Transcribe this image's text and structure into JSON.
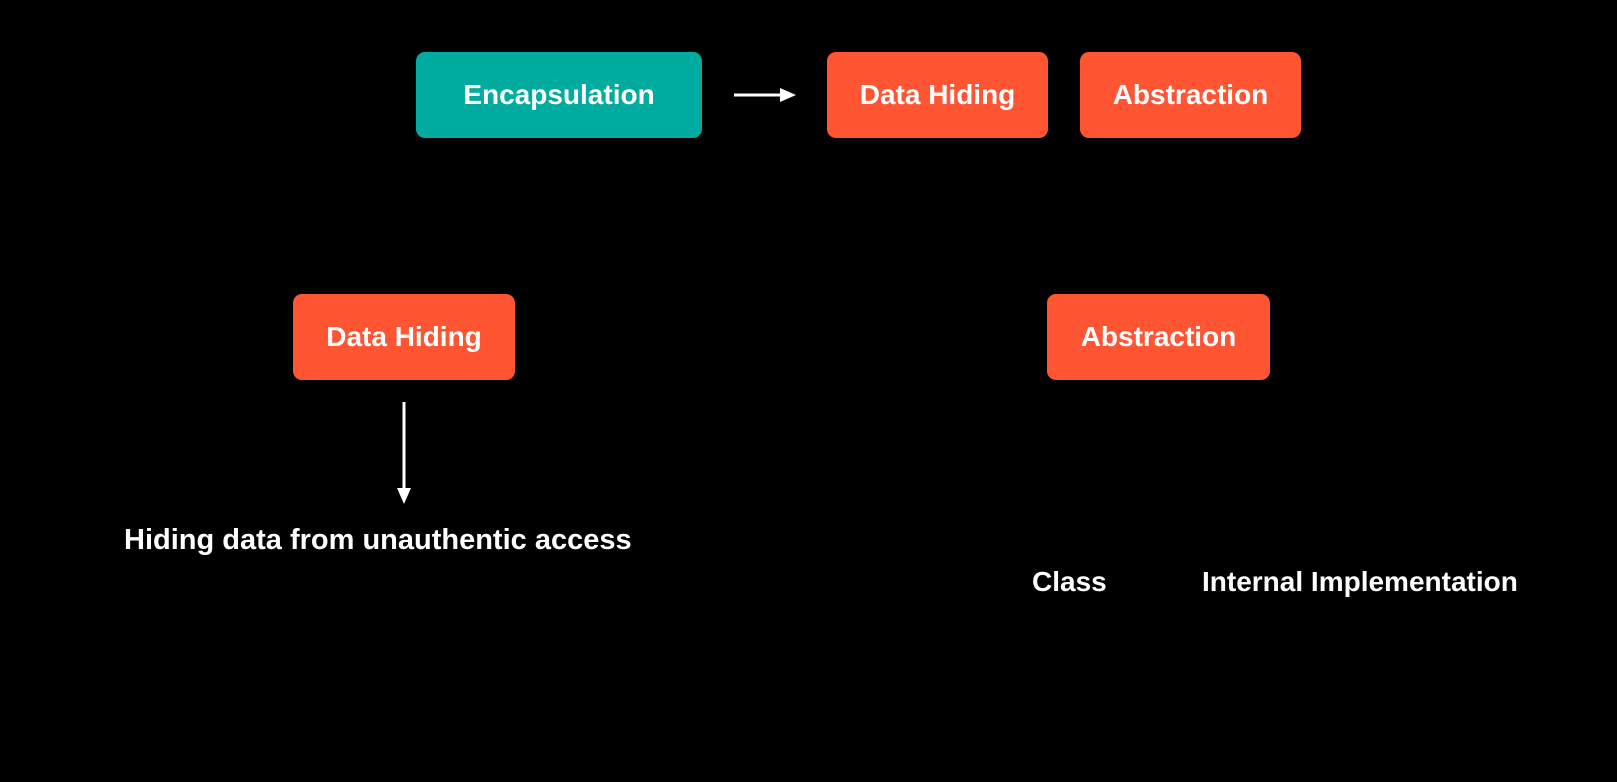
{
  "top_row": {
    "encapsulation": "Encapsulation",
    "data_hiding": "Data Hiding",
    "abstraction": "Abstraction"
  },
  "left_branch": {
    "title": "Data Hiding",
    "description": "Hiding data from unauthentic access"
  },
  "right_branch": {
    "title": "Abstraction",
    "left_label": "Class",
    "right_label": "Internal Implementation"
  },
  "colors": {
    "background": "#000000",
    "teal": "#00ab9f",
    "orange": "#ff5533",
    "text": "#ffffff"
  }
}
